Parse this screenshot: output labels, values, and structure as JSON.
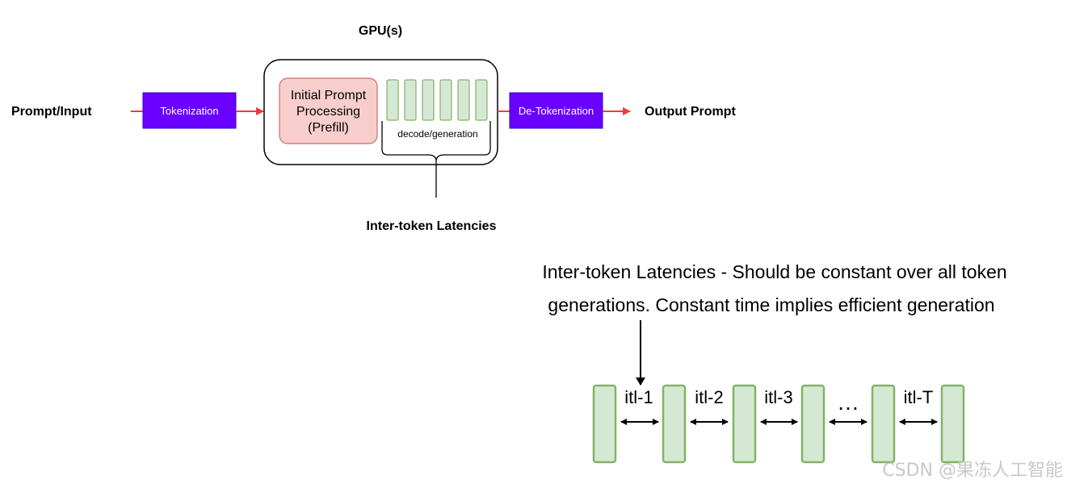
{
  "diagram": {
    "gpu_label": "GPU(s)",
    "input_label": "Prompt/Input",
    "tokenization_label": "Tokenization",
    "prefill_lines": [
      "Initial Prompt",
      "Processing",
      "(Prefill)"
    ],
    "decode_label": "decode/generation",
    "detokenization_label": "De-Tokenization",
    "output_label": "Output Prompt",
    "itl_caption": "Inter-token Latencies"
  },
  "itl_detail": {
    "note_lines": [
      "Inter-token Latencies - Should be constant over all token",
      "generations. Constant time implies efficient generation"
    ],
    "gaps": [
      "itl-1",
      "itl-2",
      "itl-3",
      "…",
      "itl-T"
    ]
  },
  "watermark": "CSDN @果冻人工智能",
  "colors": {
    "accent_purple": "#6a00ff",
    "arrow_red": "#f03a3a",
    "prefill_fill": "#f8cecc",
    "prefill_stroke": "#c96f6a",
    "token_fill": "#d5e8d4",
    "token_stroke": "#82b366"
  }
}
